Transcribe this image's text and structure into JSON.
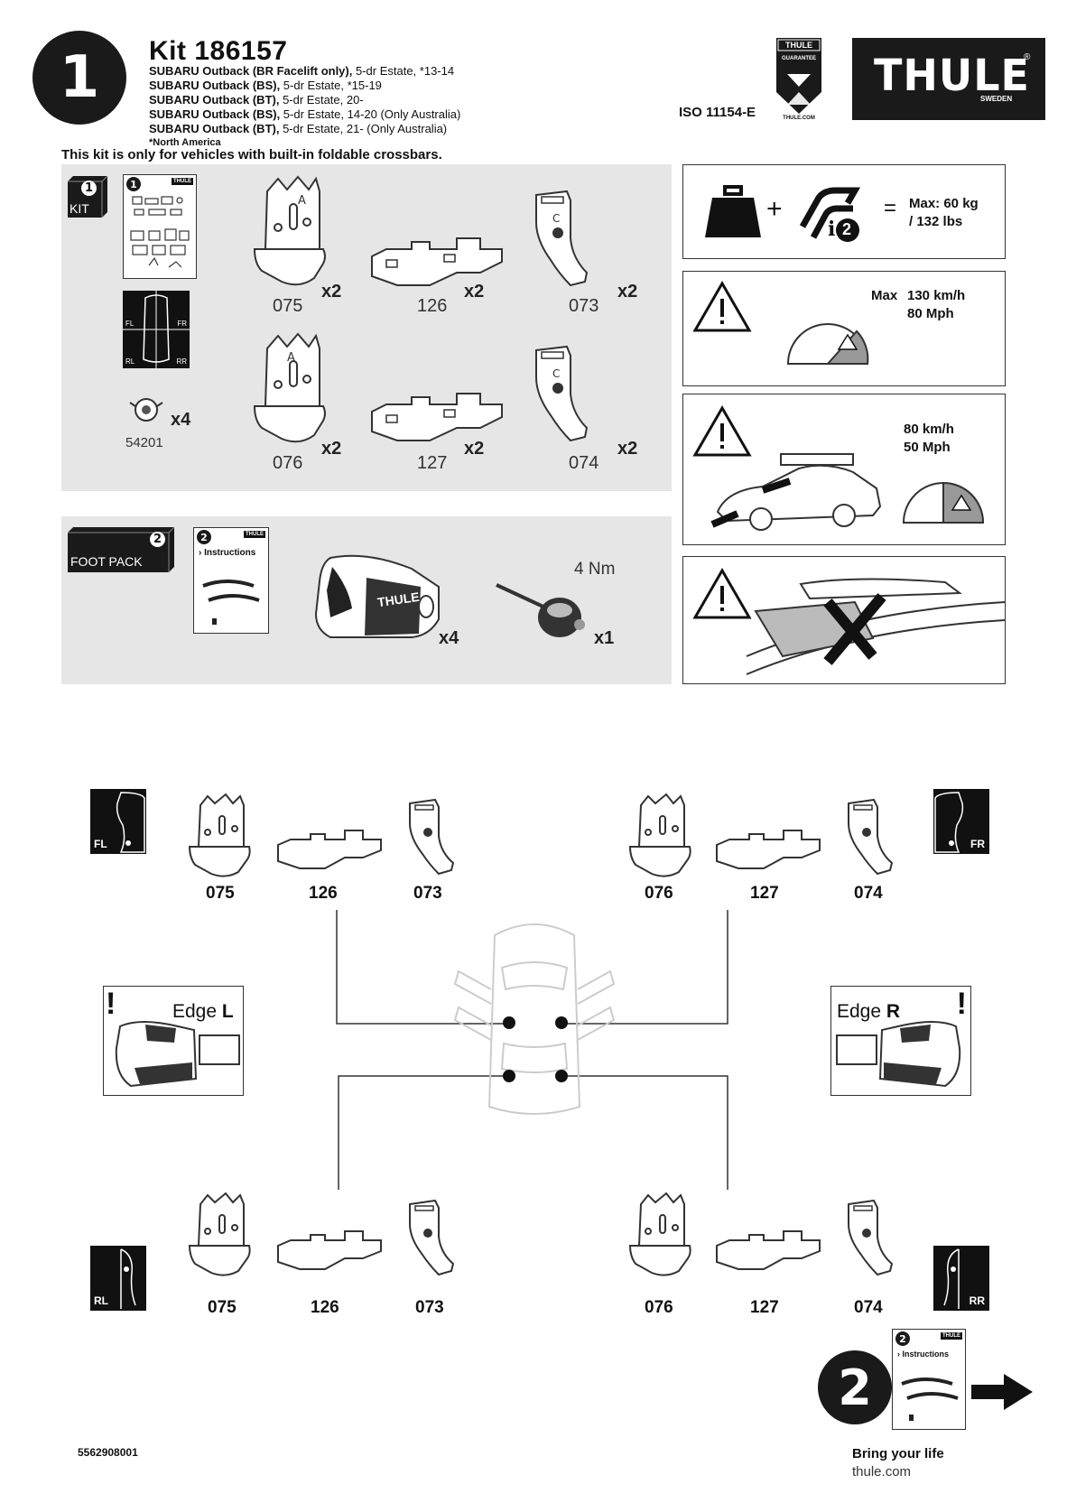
{
  "header": {
    "step_number": "1",
    "kit_title": "Kit 186157",
    "vehicles": [
      {
        "model": "SUBARU Outback (BR Facelift only),",
        "details": " 5-dr Estate, *13-14"
      },
      {
        "model": "SUBARU Outback (BS),",
        "details": " 5-dr Estate, *15-19"
      },
      {
        "model": "SUBARU Outback (BT),",
        "details": " 5-dr Estate, 20-"
      },
      {
        "model": "SUBARU Outback (BS),",
        "details": " 5-dr Estate, 14-20 (Only Australia)"
      },
      {
        "model": "SUBARU Outback (BT),",
        "details": " 5-dr Estate, 21- (Only Australia)"
      }
    ],
    "footnote": "*North America",
    "notice": "This kit is only for vehicles with built-in foldable crossbars.",
    "iso": "ISO 11154-E",
    "guarantee_brand": "THULE",
    "guarantee_label": "GUARANTEE",
    "guarantee_url": "THULE.COM",
    "logo_text": "THULE",
    "logo_sub": "SWEDEN",
    "logo_reg": "®"
  },
  "kit_panel": {
    "badge_number": "1",
    "badge_label": "KIT",
    "booklet_number": "1",
    "booklet_brand": "THULE",
    "car_labels": {
      "fl": "FL",
      "fr": "FR",
      "rl": "RL",
      "rr": "RR"
    },
    "screw_code": "54201",
    "screw_qty": "x4",
    "parts_row1": [
      {
        "code": "075",
        "qty": "x2"
      },
      {
        "code": "126",
        "qty": "x2"
      },
      {
        "code": "073",
        "qty": "x2"
      }
    ],
    "parts_row2": [
      {
        "code": "076",
        "qty": "x2"
      },
      {
        "code": "127",
        "qty": "x2"
      },
      {
        "code": "074",
        "qty": "x2"
      }
    ]
  },
  "foot_panel": {
    "badge_number": "2",
    "badge_label": "FOOT PACK",
    "booklet_number": "2",
    "booklet_brand": "THULE",
    "booklet_text": "› Instructions",
    "foot_brand": "THULE",
    "foot_qty": "x4",
    "torque": "4 Nm",
    "tool_qty": "x1"
  },
  "warnings": {
    "load": {
      "max": "Max: 60 kg",
      "lbs": "/ 132 lbs",
      "plus": "+",
      "equals": "=",
      "info_number": "2",
      "info_i": "i"
    },
    "speed": {
      "prefix": "Max",
      "kmh": "130 km/h",
      "mph": "80 Mph"
    },
    "load_speed": {
      "kmh": "80 km/h",
      "mph": "50 Mph"
    }
  },
  "layout_diagram": {
    "fl": {
      "tag": "FL",
      "codes": [
        "075",
        "126",
        "073"
      ]
    },
    "fr": {
      "tag": "FR",
      "codes": [
        "076",
        "127",
        "074"
      ]
    },
    "rl": {
      "tag": "RL",
      "codes": [
        "075",
        "126",
        "073"
      ]
    },
    "rr": {
      "tag": "RR",
      "codes": [
        "076",
        "127",
        "074"
      ]
    },
    "edge_left": {
      "prefix": "Edge",
      "side": "L"
    },
    "edge_right": {
      "prefix": "Edge",
      "side": "R"
    },
    "exclaim": "!"
  },
  "footer": {
    "part_number": "5562908001",
    "next_step": "2",
    "booklet_number": "2",
    "booklet_brand": "THULE",
    "booklet_text": "› Instructions",
    "slogan": "Bring your life",
    "url": "thule.com"
  }
}
